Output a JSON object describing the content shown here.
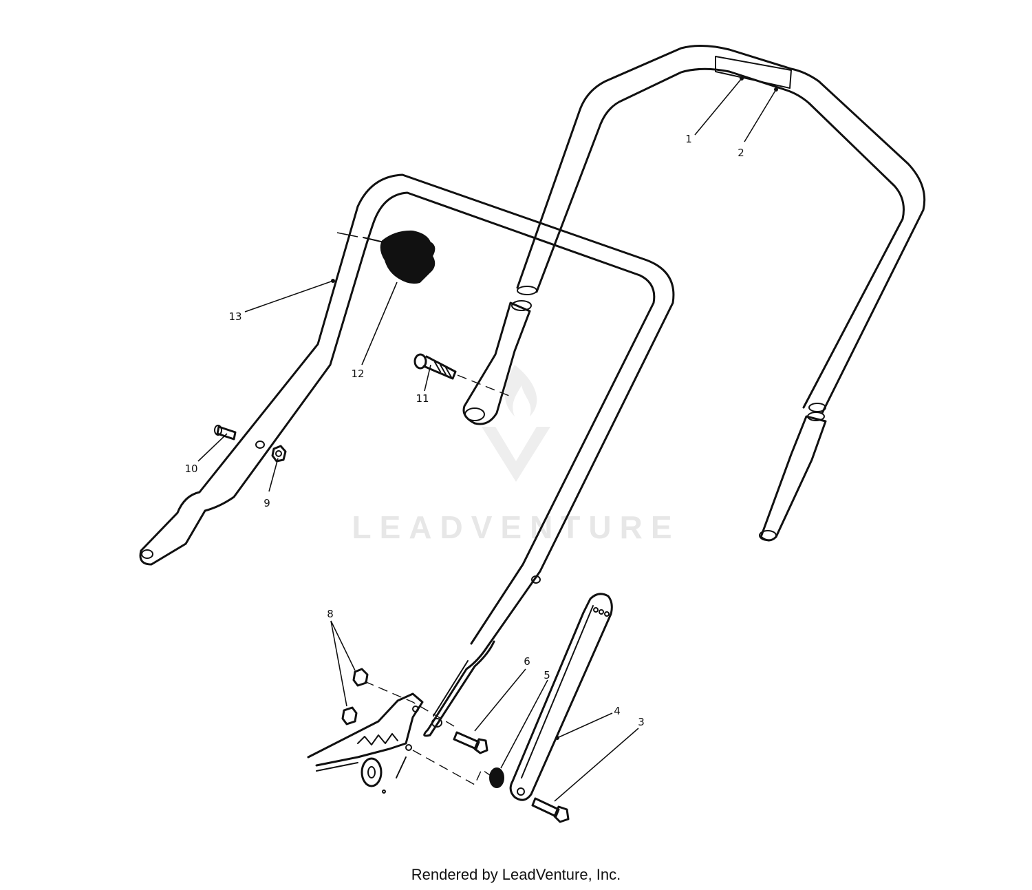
{
  "watermark": {
    "brand": "LEADVENTURE"
  },
  "callouts": {
    "c1": "1",
    "c2": "2",
    "c3": "3",
    "c4": "4",
    "c5": "5",
    "c6": "6",
    "c8": "8",
    "c9": "9",
    "c10": "10",
    "c11": "11",
    "c12": "12",
    "c13": "13"
  },
  "footer": {
    "credit": "Rendered by LeadVenture, Inc."
  },
  "colors": {
    "line": "#111111",
    "background": "#ffffff",
    "watermark": "#e7e7e7"
  }
}
